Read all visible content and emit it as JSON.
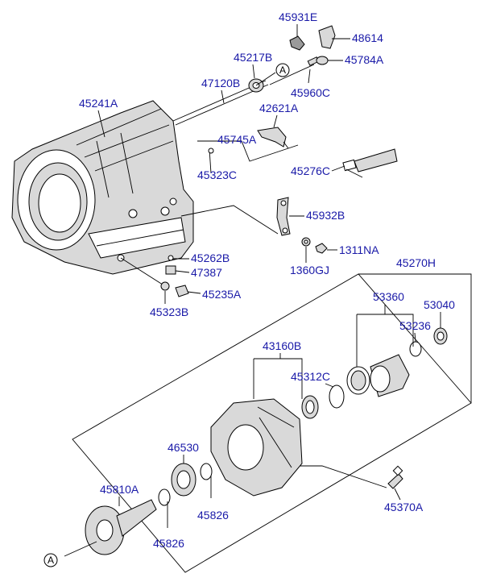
{
  "callouts": {
    "c45931E": "45931E",
    "c48614": "48614",
    "c45217B": "45217B",
    "c45784A": "45784A",
    "c47120B": "47120B",
    "c45960C": "45960C",
    "c45241A": "45241A",
    "c42621A": "42621A",
    "c45745A": "45745A",
    "c45276C": "45276C",
    "c45323C": "45323C",
    "c45932B": "45932B",
    "c1311NA": "1311NA",
    "c45262B": "45262B",
    "c1360GJ": "1360GJ",
    "c47387": "47387",
    "c45270H": "45270H",
    "c45235A": "45235A",
    "c45323B": "45323B",
    "c53360": "53360",
    "c53040": "53040",
    "c53236": "53236",
    "c43160B": "43160B",
    "c45312C": "45312C",
    "c46530": "46530",
    "c45810A": "45810A",
    "c45826a": "45826",
    "c45826b": "45826",
    "c45370A": "45370A"
  },
  "refs": {
    "topA": "A",
    "bottomA": "A"
  },
  "colors": {
    "callout": "#1a1aa8",
    "line": "#000000",
    "part_fill": "#d9d9d9"
  }
}
